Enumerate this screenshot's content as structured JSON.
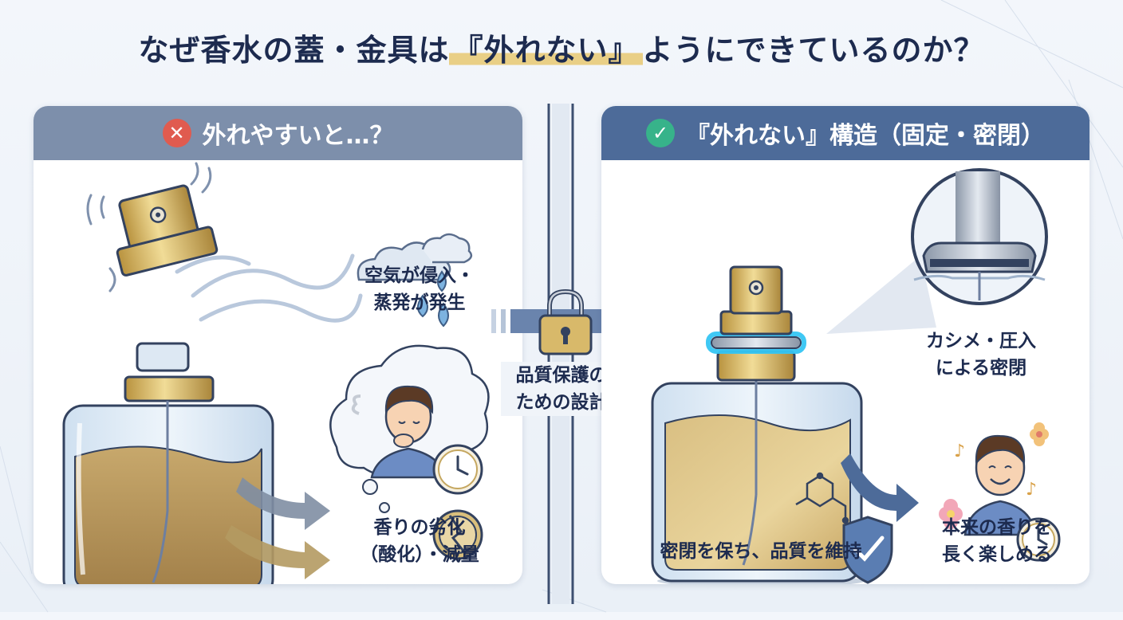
{
  "title": {
    "before": "なぜ香水の蓋・金具は",
    "highlight": "『外れない』",
    "after": "ようにできているのか？"
  },
  "left_panel": {
    "badge": "✕",
    "heading": "外れやすいと…？",
    "label_air": "空気が侵入・\n蒸発が発生",
    "label_degrade": "香りの劣化\n（酸化）・減量"
  },
  "center": {
    "label": "品質保護の\nための設計"
  },
  "right_panel": {
    "badge": "✓",
    "heading": "『外れない』構造（固定・密閉）",
    "label_crimp": "カシメ・圧入\nによる密閉",
    "label_seal": "密閉を保ち、品質を維持",
    "label_enjoy": "本来の香りを\n長く楽しめる"
  },
  "colors": {
    "gold": "#d8b96a",
    "liquid_left": "#b89a62",
    "liquid_right": "#d8bd7e",
    "accent_navy": "#1d2b4f",
    "glow": "#35c6f4"
  }
}
